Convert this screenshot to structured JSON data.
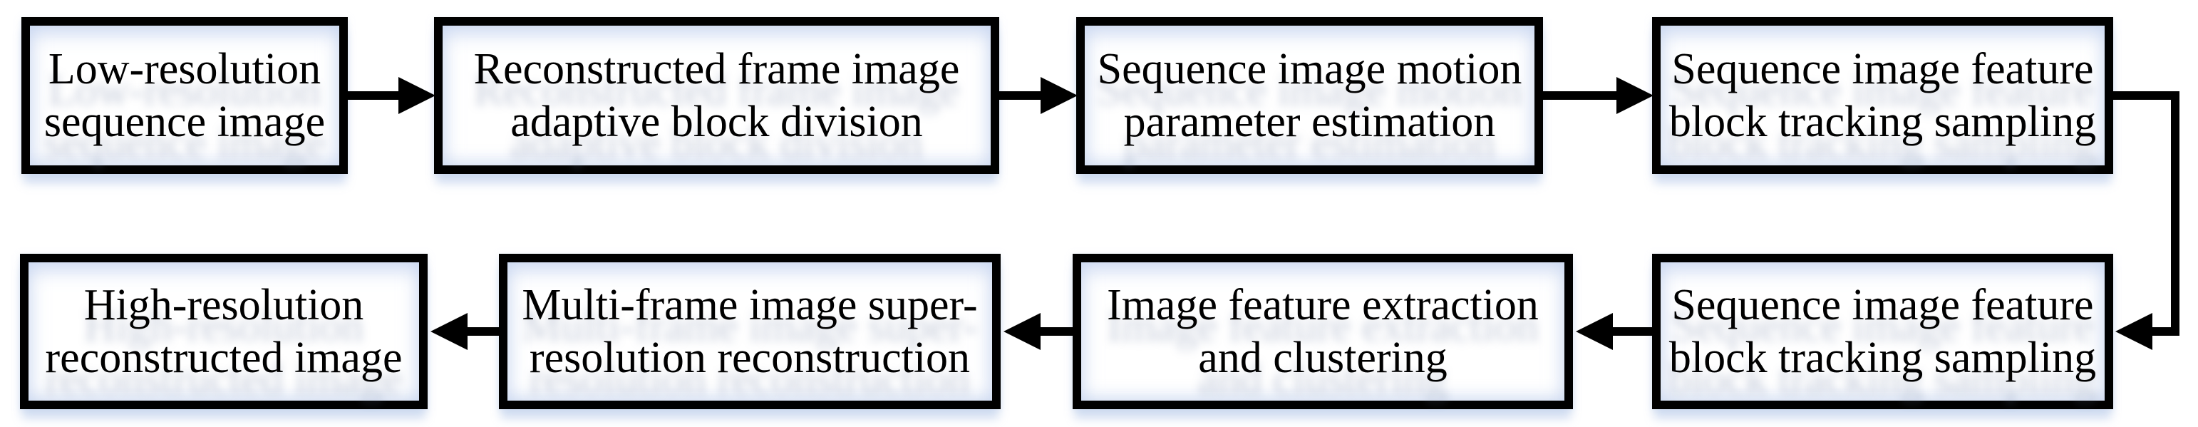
{
  "diagram": {
    "type": "flowchart",
    "colors": {
      "background": "#ffffff",
      "box_fill": "#ffffff",
      "box_border": "#000000",
      "arrow": "#000000",
      "text": "#000000",
      "soft_glow": "#c7d5f0"
    },
    "nodes": [
      {
        "id": "box1",
        "label": "Low-resolution\nsequence image"
      },
      {
        "id": "box2",
        "label": "Reconstructed frame image\nadaptive block division"
      },
      {
        "id": "box3",
        "label": "Sequence image motion\nparameter estimation"
      },
      {
        "id": "box4",
        "label": "Sequence image feature\nblock tracking sampling"
      },
      {
        "id": "box5",
        "label": "Sequence image feature\nblock tracking sampling"
      },
      {
        "id": "box6",
        "label": "Image feature extraction\nand clustering"
      },
      {
        "id": "box7",
        "label": "Multi-frame image super-\nresolution reconstruction"
      },
      {
        "id": "box8",
        "label": "High-resolution\nreconstructed image"
      }
    ],
    "edges": [
      {
        "from": "box1",
        "to": "box2",
        "style": "straight-right"
      },
      {
        "from": "box2",
        "to": "box3",
        "style": "straight-right"
      },
      {
        "from": "box3",
        "to": "box4",
        "style": "straight-right"
      },
      {
        "from": "box4",
        "to": "box5",
        "style": "elbow-right-down-left"
      },
      {
        "from": "box5",
        "to": "box6",
        "style": "straight-left"
      },
      {
        "from": "box6",
        "to": "box7",
        "style": "straight-left"
      },
      {
        "from": "box7",
        "to": "box8",
        "style": "straight-left"
      }
    ]
  }
}
